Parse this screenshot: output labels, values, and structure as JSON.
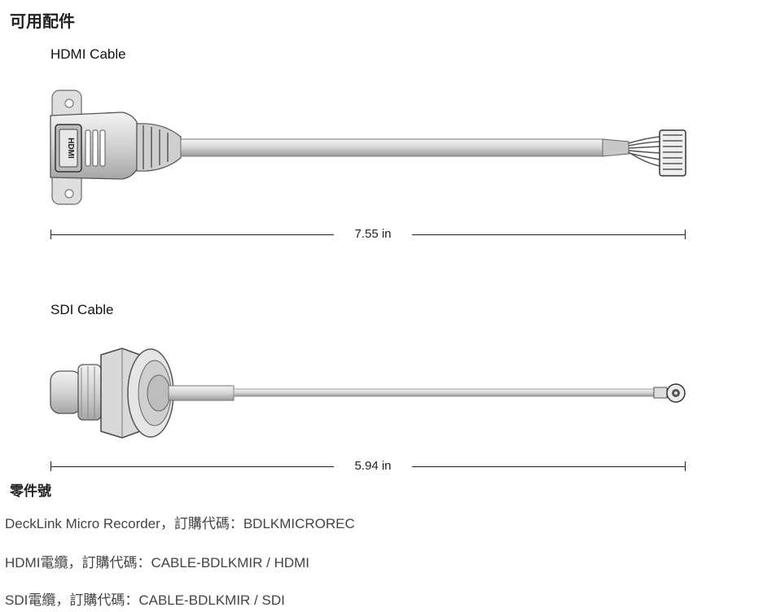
{
  "section_title": "可用配件",
  "hdmi": {
    "label": "HDMI Cable",
    "length": "7.55 in"
  },
  "sdi": {
    "label": "SDI Cable",
    "length": "5.94 in"
  },
  "parts_title": "零件號",
  "parts": [
    "DeckLink Micro Recorder，訂購代碼：BDLKMICROREC",
    "HDMI電纜，訂購代碼：CABLE-BDLKMIR / HDMI",
    "SDI電纜，訂購代碼：CABLE-BDLKMIR / SDI"
  ],
  "hdmi_plug_text": "HDMI"
}
